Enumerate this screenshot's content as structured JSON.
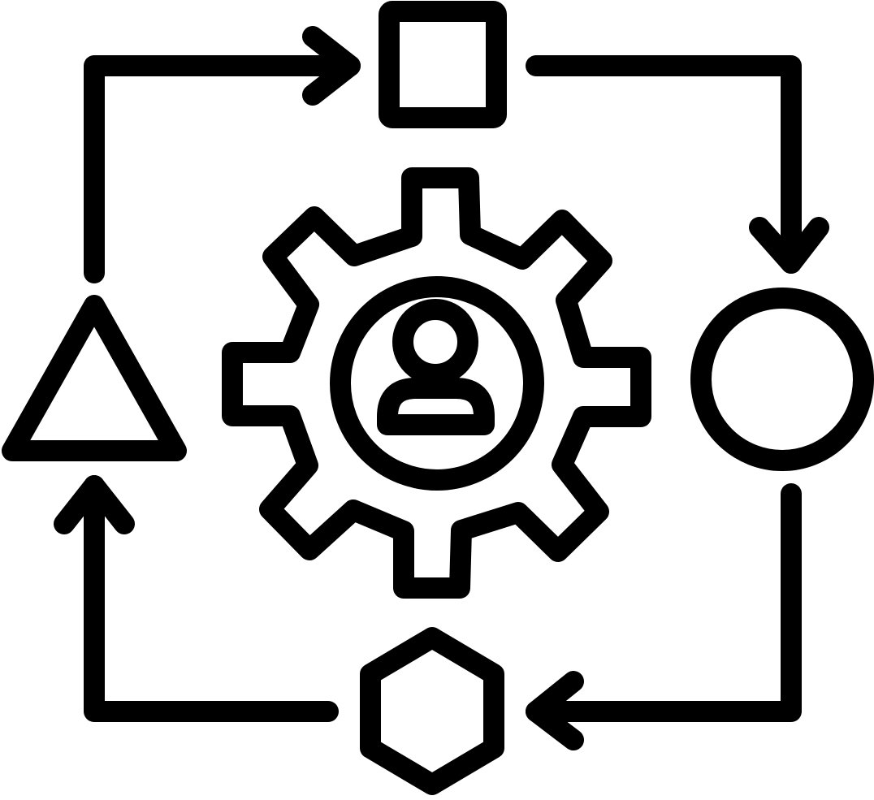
{
  "icon": {
    "name": "workflow-cycle-gear-user-icon",
    "colors": {
      "stroke": "#000000",
      "background": "#ffffff"
    },
    "nodes": [
      "square-node",
      "circle-node",
      "hexagon-node",
      "triangle-node"
    ],
    "center": "gear-with-user-icon",
    "flow": "clockwise"
  }
}
